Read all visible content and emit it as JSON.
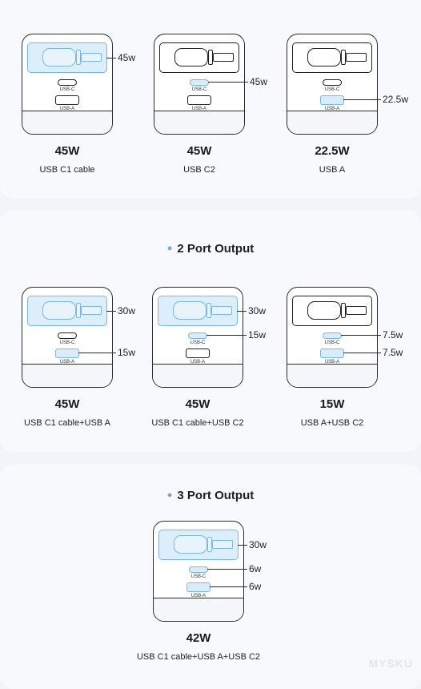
{
  "labels": {
    "usb_c": "USB-C",
    "usb_a": "USB-A"
  },
  "sections": [
    {
      "title": "",
      "items": [
        {
          "active": [
            "cable"
          ],
          "watts": {
            "cable": "45w"
          },
          "power": "45W",
          "combo": "USB C1 cable"
        },
        {
          "active": [
            "usbc"
          ],
          "watts": {
            "usbc": "45w"
          },
          "power": "45W",
          "combo": "USB C2"
        },
        {
          "active": [
            "usba"
          ],
          "watts": {
            "usba": "22.5w"
          },
          "power": "22.5W",
          "combo": "USB A"
        }
      ]
    },
    {
      "title": "2 Port Output",
      "items": [
        {
          "active": [
            "cable",
            "usba"
          ],
          "watts": {
            "cable": "30w",
            "usba": "15w"
          },
          "power": "45W",
          "combo": "USB C1 cable+USB A"
        },
        {
          "active": [
            "cable",
            "usbc"
          ],
          "watts": {
            "cable": "30w",
            "usbc": "15w"
          },
          "power": "45W",
          "combo": "USB C1 cable+USB C2"
        },
        {
          "active": [
            "usbc",
            "usba"
          ],
          "watts": {
            "usbc": "7.5w",
            "usba": "7.5w"
          },
          "power": "15W",
          "combo": "USB A+USB C2"
        }
      ]
    },
    {
      "title": "3 Port Output",
      "items": [
        {
          "active": [
            "cable",
            "usbc",
            "usba"
          ],
          "watts": {
            "cable": "30w",
            "usbc": "6w",
            "usba": "6w"
          },
          "power": "42W",
          "combo": "USB C1 cable+USB A+USB C2"
        }
      ]
    }
  ],
  "colors": {
    "active": "#78b7e6",
    "active_fill": "#ddeefb",
    "outline": "#2a2a2a",
    "page_bg": "#f1f4f9"
  },
  "watermark": "MYSKU"
}
